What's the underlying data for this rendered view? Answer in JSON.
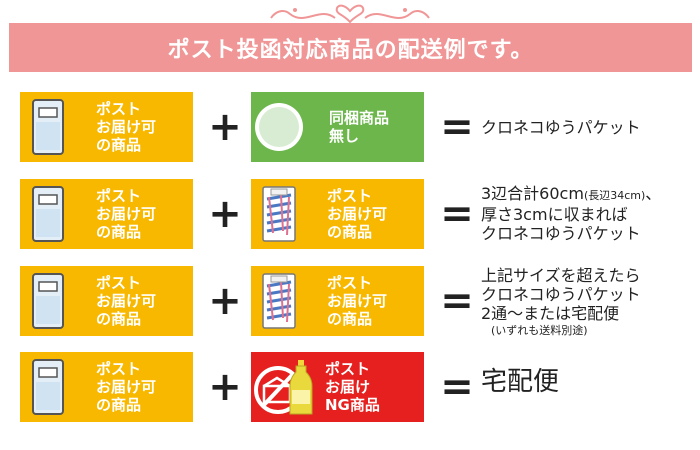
{
  "banner": {
    "title": "ポスト投函対応商品の配送例です。"
  },
  "rows": [
    {
      "left": "ポスト\nお届け可\nの商品",
      "operator": "+",
      "right": "同梱商品\n無し",
      "equals": "=",
      "result": "クロネコゆうパケット"
    },
    {
      "left": "ポスト\nお届け可\nの商品",
      "operator": "+",
      "right": "ポスト\nお届け可\nの商品",
      "equals": "=",
      "result_line1_a": "3辺合計60cm",
      "result_line1_b": "(長辺34cm)",
      "result_line1_c": "、",
      "result_line2": "厚さ3cmに収まれば",
      "result_line3": "クロネコゆうパケット"
    },
    {
      "left": "ポスト\nお届け可\nの商品",
      "operator": "+",
      "right": "ポスト\nお届け可\nの商品",
      "equals": "=",
      "result_line1": "上記サイズを超えたら",
      "result_line2": "クロネコゆうパケット",
      "result_line3": "2通～または宅配便",
      "result_note": "(いずれも送料別途)"
    },
    {
      "left": "ポスト\nお届け可\nの商品",
      "operator": "+",
      "right": "ポスト\nお届け\nNG商品",
      "equals": "=",
      "result": "宅配便"
    }
  ],
  "colors": {
    "banner": "#f09696",
    "yellow": "#f8b800",
    "green": "#6cb64c",
    "red": "#e5201f"
  }
}
